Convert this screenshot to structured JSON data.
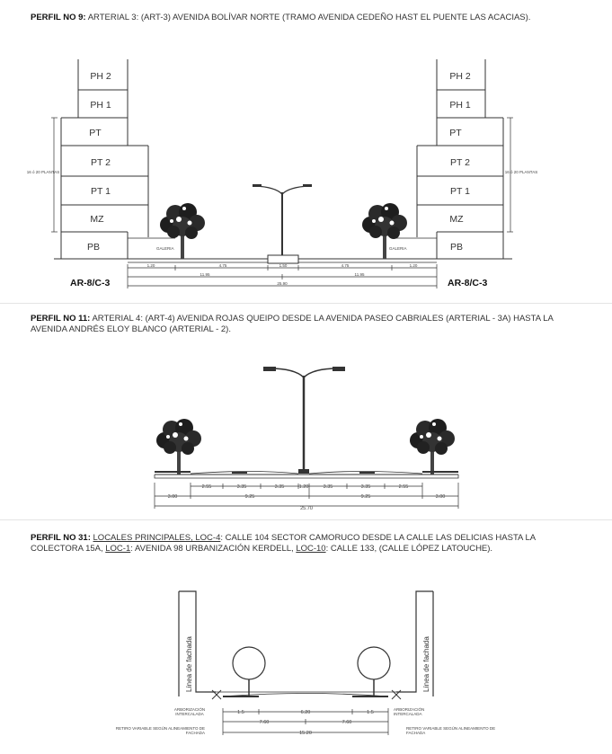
{
  "profile9": {
    "title_bold": "PERFIL No 9:",
    "title_text": "ARTERIAL 3: (ART-3) AVENIDA BOLÍVAR NORTE (TRAMO AVENIDA CEDEÑO HAST EL PUENTE LAS ACACIAS).",
    "floors": [
      "PH 2",
      "PH 1",
      "PT",
      "PT 2",
      "PT 1",
      "MZ",
      "PB"
    ],
    "height_note": "16 ó 20 PLANTAS",
    "galeria": "GALERIA",
    "zoning_left": "AR-8/C-3",
    "zoning_right": "AR-8/C-3",
    "dim_row1": [
      "1.20",
      "4.75",
      "1.50",
      "4.75",
      "1.20"
    ],
    "dim_row2": [
      "11.95",
      "11.95"
    ],
    "dim_total": "25.90"
  },
  "profile11": {
    "title_bold": "PERFIL No 11:",
    "title_text": "ARTERIAL 4: (ART-4) AVENIDA ROJAS QUEIPO DESDE LA AVENIDA PASEO CABRIALES (ARTERIAL - 3A) HASTA LA AVENIDA ANDRÉS ELOY BLANCO (ARTERIAL - 2).",
    "dim_row1": [
      "2.55",
      "3.35",
      "3.35",
      "1.20",
      "3.35",
      "3.35",
      "2.55"
    ],
    "dim_row2": [
      "3.00",
      "9.25",
      "9.25",
      "3.00"
    ],
    "dim_total": "25.70"
  },
  "profile31": {
    "title_bold": "PERFIL No 31:",
    "title_seg1": "LOCALES PRINCIPALES, LOC-4",
    "title_seg2": ": CALLE 104 SECTOR CAMORUCO DESDE LA CALLE LAS DELICIAS HASTA LA COLECTORA 15A,",
    "title_seg3": "LOC-1",
    "title_seg4": ": AVENIDA 98 URBANIZACIÓN KERDELL,",
    "title_seg5": "LOC-10",
    "title_seg6": ": CALLE 133, (CALLE LÓPEZ LATOUCHE).",
    "facade_label": "Línea de fachada",
    "arb_label": "ARBORIZACIÓN INTERCALADA",
    "setback_label": "RETIRO VARIABLE SEGÚN ALINEAMIENTO DE FACHADA",
    "dim_row1": [
      "1.5",
      "6.20",
      "1.5"
    ],
    "dim_row2": [
      "7.60",
      "7.60"
    ],
    "dim_total": "15.20"
  }
}
